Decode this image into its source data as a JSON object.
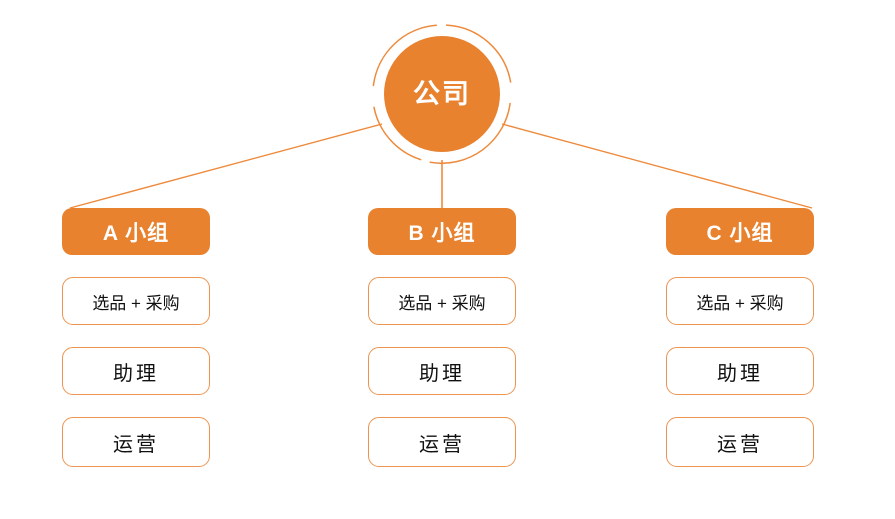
{
  "diagram": {
    "type": "organization-chart",
    "colors": {
      "fill": "#E8822F",
      "outline": "#ED9450",
      "text_on_fill": "#FFFFFF",
      "text_dark": "#111111",
      "background": "#FFFFFF"
    },
    "root": {
      "label": "公司",
      "shape": "circle-with-segmented-outer-ring"
    },
    "branches": [
      {
        "header": "A 小组",
        "roles": [
          "选品 + 采购",
          "助理",
          "运营"
        ]
      },
      {
        "header": "B 小组",
        "roles": [
          "选品 + 采购",
          "助理",
          "运营"
        ]
      },
      {
        "header": "C 小组",
        "roles": [
          "选品 + 采购",
          "助理",
          "运营"
        ]
      }
    ]
  }
}
